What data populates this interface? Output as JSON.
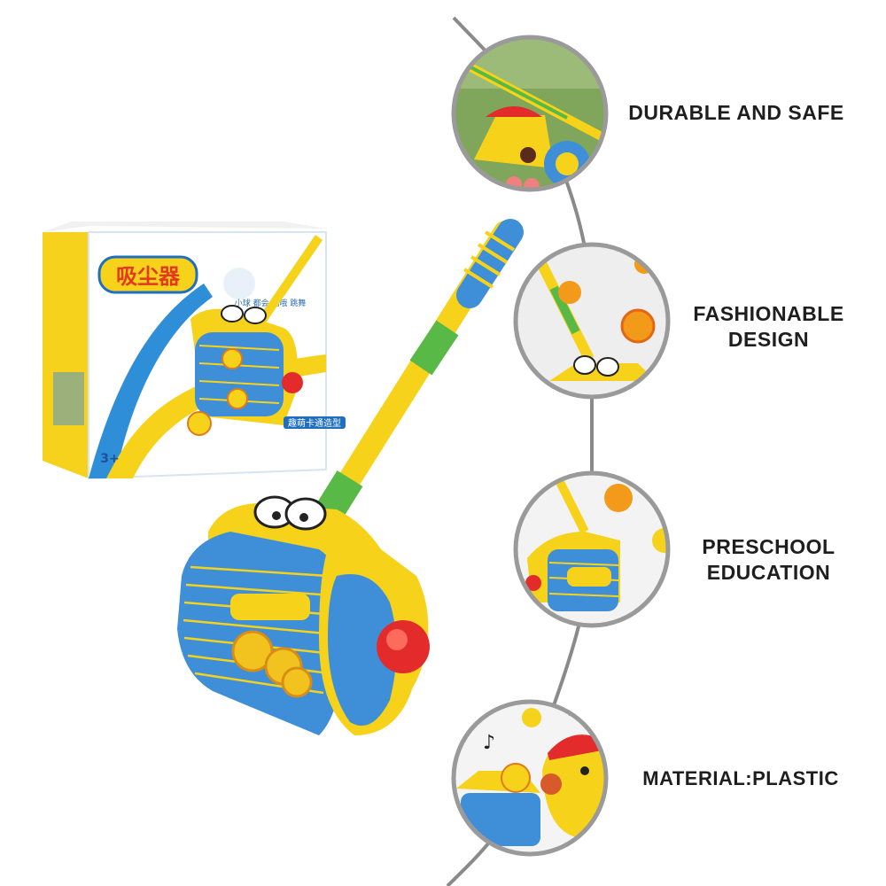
{
  "product_image": {
    "box_title": "吸尘器",
    "box_subtitle": "趣萌卡通造型",
    "box_age_badge": "3+",
    "box_bubble": "小球 都会 响哦 跳舞"
  },
  "features": [
    {
      "label": "DURABLE AND SAFE"
    },
    {
      "label": "FASHIONABLE DESIGN"
    },
    {
      "label": "PRESCHOOL EDUCATION"
    },
    {
      "label": "MATERIAL:PLASTIC"
    }
  ],
  "colors": {
    "toy_yellow": "#f7d21a",
    "toy_blue": "#3f8ed8",
    "toy_green": "#58b947",
    "toy_red": "#e32b2b",
    "connector_line": "#8a8a8a",
    "circle_border": "#9a9a9a"
  }
}
